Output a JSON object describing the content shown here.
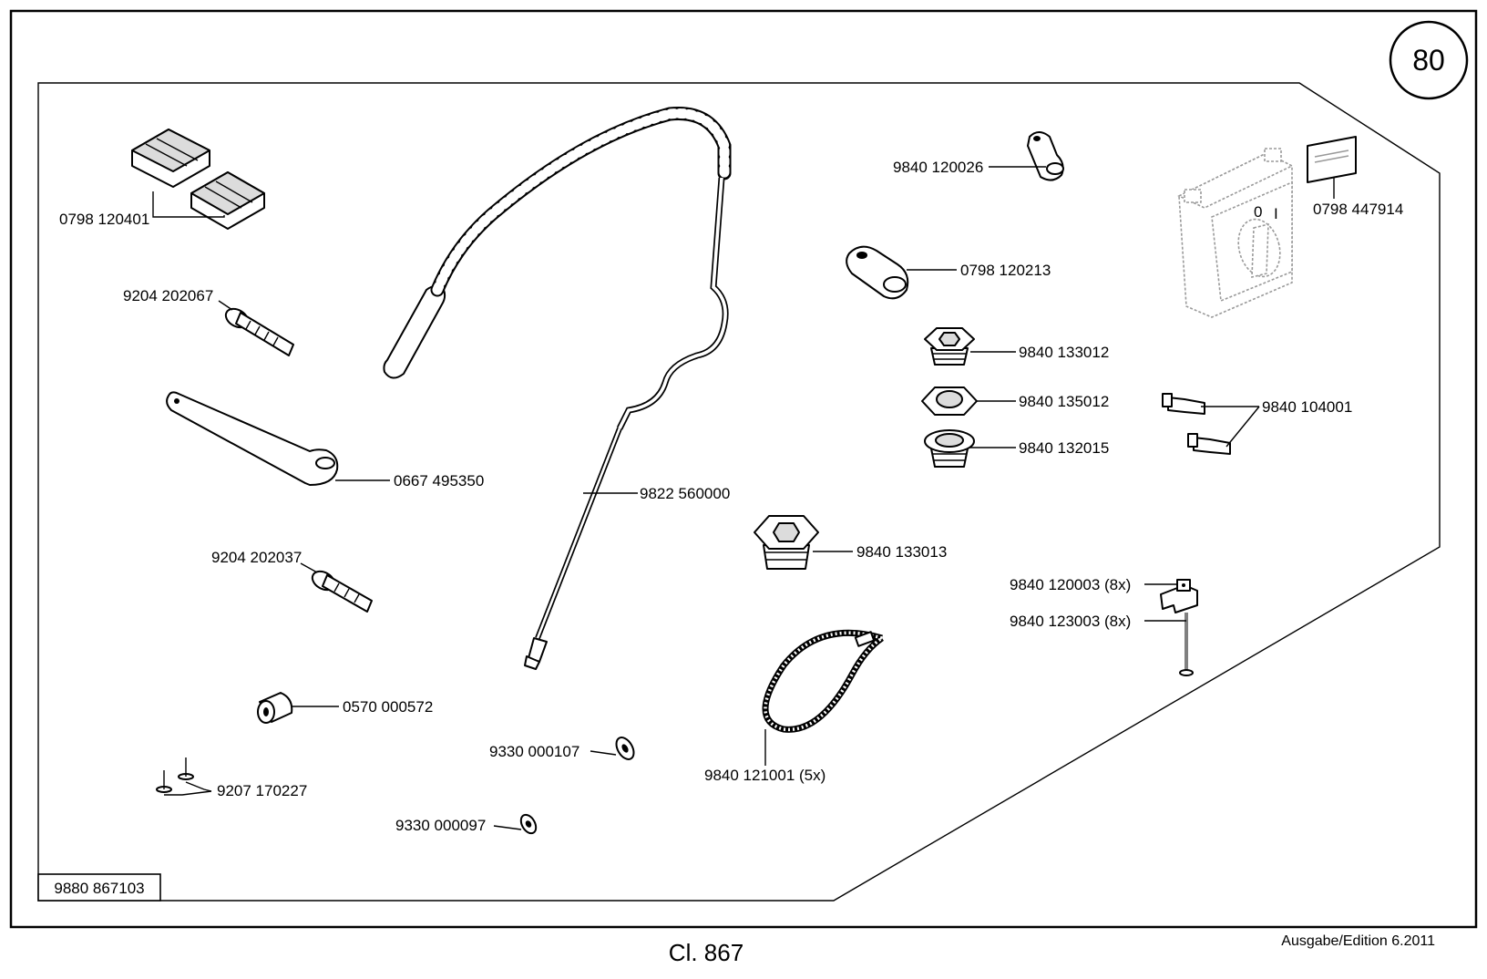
{
  "page_number": "80",
  "assembly_number": "9880 867103",
  "footer_class": "Cl. 867",
  "edition": "Ausgabe/Edition  6.2011",
  "parts": [
    {
      "id": "clip-pair",
      "label": "0798 120401"
    },
    {
      "id": "screw-long",
      "label": "9204 202067"
    },
    {
      "id": "wrench",
      "label": "0667 495350"
    },
    {
      "id": "screw-short",
      "label": "9204 202037"
    },
    {
      "id": "spacer",
      "label": "0570 000572"
    },
    {
      "id": "tacks",
      "label": "9207 170227"
    },
    {
      "id": "washer-a",
      "label": "9330 000107"
    },
    {
      "id": "washer-b",
      "label": "9330 000097"
    },
    {
      "id": "sensor-cable",
      "label": "9822 560000"
    },
    {
      "id": "clamp-small",
      "label": "9840 120026"
    },
    {
      "id": "clamp-large",
      "label": "0798 120213"
    },
    {
      "id": "plug-1",
      "label": "9840 133012"
    },
    {
      "id": "nut",
      "label": "9840 135012"
    },
    {
      "id": "bushing",
      "label": "9840 132015"
    },
    {
      "id": "plug-large",
      "label": "9840 133013"
    },
    {
      "id": "cable-tie",
      "label": "9840 121001 (5x)"
    },
    {
      "id": "label-plate",
      "label": "0798 447914"
    },
    {
      "id": "terminals",
      "label": "9840 104001"
    },
    {
      "id": "clip-8x",
      "label": "9840 120003 (8x)"
    },
    {
      "id": "pin-8x",
      "label": "9840 123003 (8x)"
    }
  ],
  "switch_marks": {
    "off": "0",
    "on": "I"
  }
}
